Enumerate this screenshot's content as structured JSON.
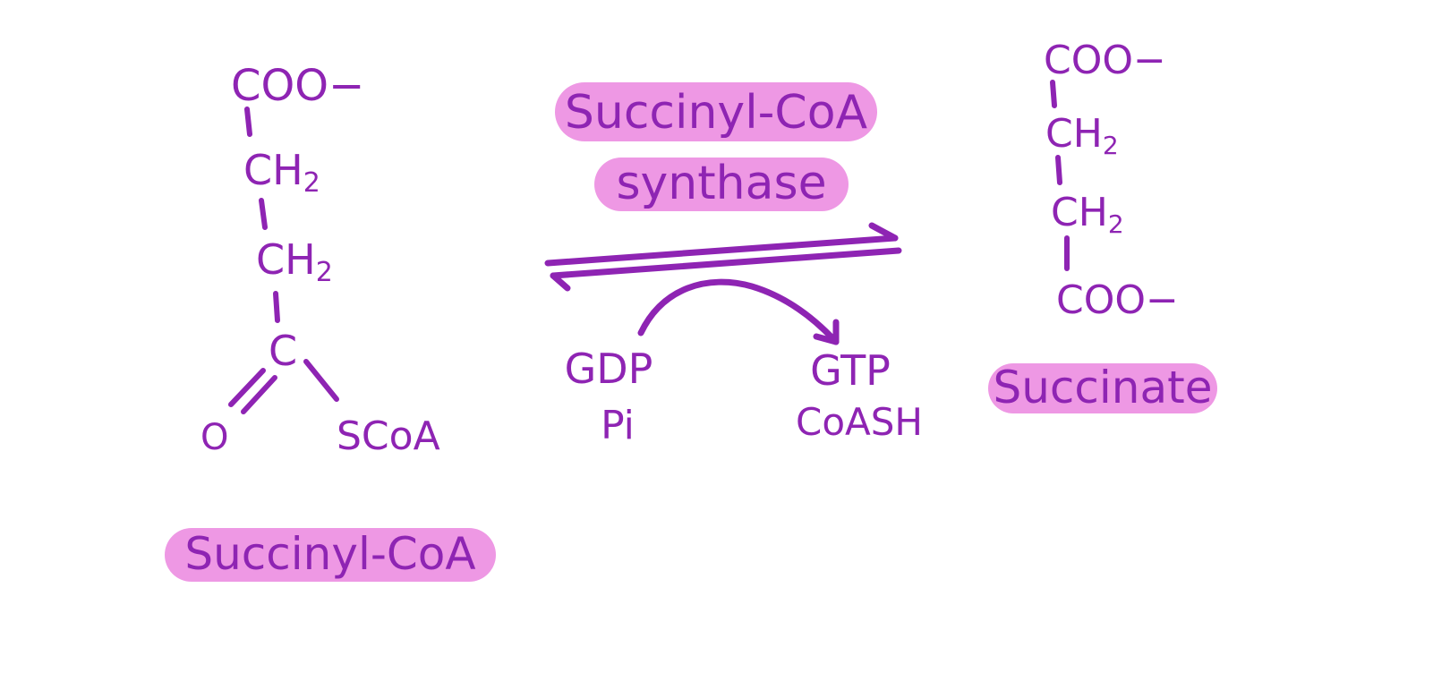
{
  "colors": {
    "ink": "#8e24b3",
    "highlight": "#ee98e4",
    "background": "#ffffff"
  },
  "reactant": {
    "formula": {
      "top_carboxylate": "COO−",
      "ch2_a": "CH",
      "ch2_b": "CH",
      "sub2": "2",
      "carbon": "C",
      "oxygen": "O",
      "scoa": "SCoA"
    },
    "name": "Succinyl-CoA"
  },
  "enzyme": {
    "line1": "Succinyl-CoA",
    "line2": "synthase"
  },
  "arrow_icon": "reversible-equilibrium-arrow",
  "cosubstrates": {
    "in": [
      "GDP",
      "Pi"
    ],
    "out": [
      "GTP",
      "CoASH"
    ]
  },
  "product": {
    "formula": {
      "top_carboxylate": "COO−",
      "ch2_a": "CH",
      "ch2_b": "CH",
      "sub2": "2",
      "bottom_carboxylate": "COO−"
    },
    "name": "Succinate"
  }
}
